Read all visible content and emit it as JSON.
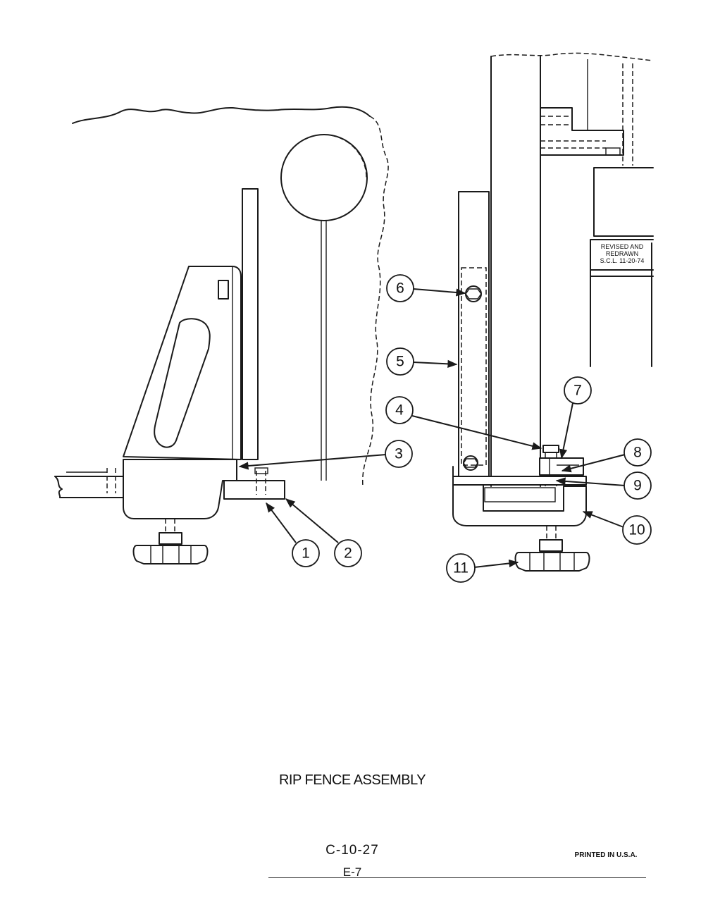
{
  "title": "RIP FENCE ASSEMBLY",
  "revision_note": [
    "REVISED AND",
    "REDRAWN",
    "S.C.L. 11-20-74"
  ],
  "drawing_code": "C-10-27",
  "page_number": "E-7",
  "printed_in": "PRINTED IN U.S.A.",
  "callouts": [
    "1",
    "2",
    "3",
    "4",
    "5",
    "6",
    "7",
    "8",
    "9",
    "10",
    "11"
  ]
}
